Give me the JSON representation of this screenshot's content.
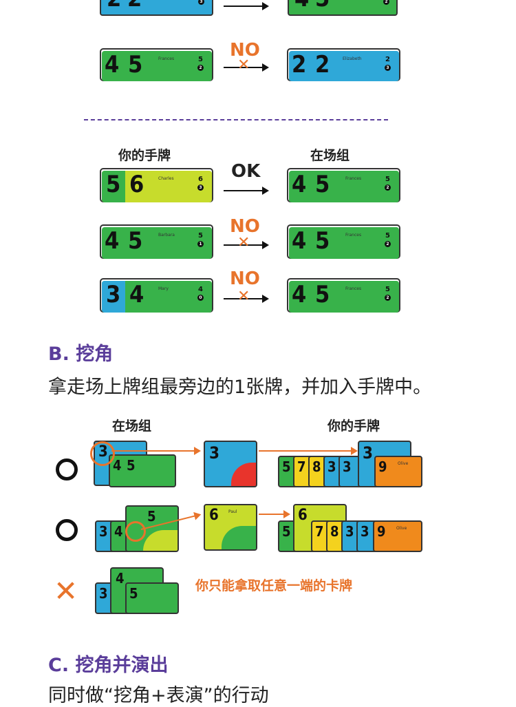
{
  "labels": {
    "your_hand": "你的手牌",
    "on_table": "在场组",
    "ok": "OK",
    "no": "NO"
  },
  "section_b": {
    "heading": "B. 挖角",
    "body": "拿走场上牌组最旁边的1张牌，并加入手牌中。",
    "table_label": "在场组",
    "hand_label": "你的手牌",
    "note": "你只能拿取任意一端的卡牌"
  },
  "section_c": {
    "heading": "C. 挖角并演出",
    "body_partial": "同时做“挖角+表演”的行动"
  },
  "card_names": {
    "charles": "Charles",
    "frances": "Frances",
    "barbara": "Barbara",
    "mary": "Mary",
    "elizabeth": "Elizabeth",
    "paul": "Paul",
    "olive": "Olive"
  },
  "colors": {
    "blue": "#2fa8d8",
    "green": "#38b24a",
    "yellow_green": "#c7dc2c",
    "yellow": "#f4d21e",
    "orange": "#f08a1c",
    "red": "#e8342c",
    "accent_purple": "#5a3d9a",
    "accent_orange": "#e8742c"
  }
}
